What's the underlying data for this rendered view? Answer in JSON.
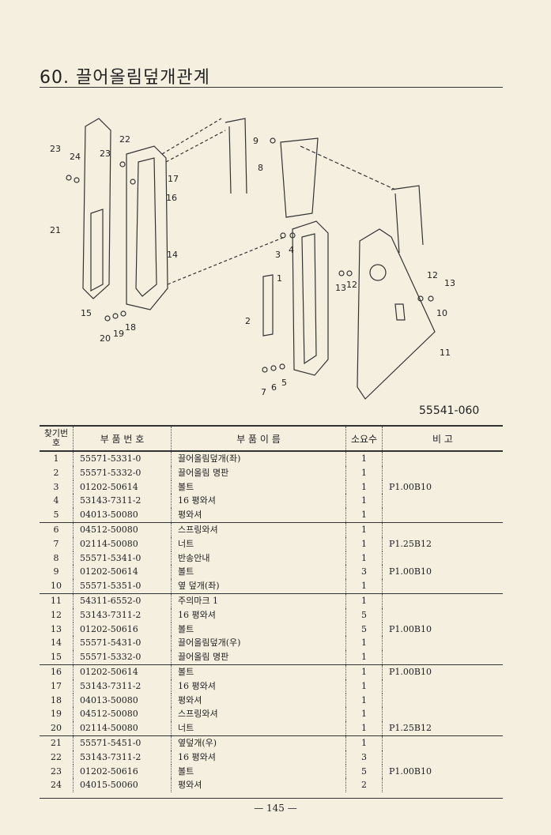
{
  "page": {
    "title": "60. 끌어올림덮개관계",
    "figure_code": "55541-060",
    "page_number": "— 145 —"
  },
  "diagram": {
    "callouts": [
      "23",
      "24",
      "23",
      "22",
      "17",
      "16",
      "21",
      "14",
      "15",
      "20",
      "19",
      "18",
      "9",
      "8",
      "3",
      "4",
      "1",
      "2",
      "7",
      "6",
      "5",
      "13",
      "12",
      "12",
      "13",
      "10",
      "11"
    ]
  },
  "table": {
    "headers": {
      "no": "찾기번호",
      "part_no": "부 품 번 호",
      "name": "부 품 이 름",
      "qty": "소요수",
      "remarks": "비 고"
    },
    "rows": [
      {
        "no": "1",
        "part_no": "55571-5331-0",
        "name": "끌어올림덮개(좌)",
        "qty": "1",
        "remarks": ""
      },
      {
        "no": "2",
        "part_no": "55571-5332-0",
        "name": "끌어올림 명판",
        "qty": "1",
        "remarks": ""
      },
      {
        "no": "3",
        "part_no": "01202-50614",
        "name": "볼트",
        "qty": "1",
        "remarks": "P1.00B10"
      },
      {
        "no": "4",
        "part_no": "53143-7311-2",
        "name": "16 평와셔",
        "qty": "1",
        "remarks": ""
      },
      {
        "no": "5",
        "part_no": "04013-50080",
        "name": "평와셔",
        "qty": "1",
        "remarks": ""
      },
      {
        "no": "6",
        "part_no": "04512-50080",
        "name": "스프링와셔",
        "qty": "1",
        "remarks": ""
      },
      {
        "no": "7",
        "part_no": "02114-50080",
        "name": "너트",
        "qty": "1",
        "remarks": "P1.25B12"
      },
      {
        "no": "8",
        "part_no": "55571-5341-0",
        "name": "반송안내",
        "qty": "1",
        "remarks": ""
      },
      {
        "no": "9",
        "part_no": "01202-50614",
        "name": "볼트",
        "qty": "3",
        "remarks": "P1.00B10"
      },
      {
        "no": "10",
        "part_no": "55571-5351-0",
        "name": "옆 덮개(좌)",
        "qty": "1",
        "remarks": ""
      },
      {
        "no": "11",
        "part_no": "54311-6552-0",
        "name": "주의마크 1",
        "qty": "1",
        "remarks": ""
      },
      {
        "no": "12",
        "part_no": "53143-7311-2",
        "name": "16 평와셔",
        "qty": "5",
        "remarks": ""
      },
      {
        "no": "13",
        "part_no": "01202-50616",
        "name": "볼트",
        "qty": "5",
        "remarks": "P1.00B10"
      },
      {
        "no": "14",
        "part_no": "55571-5431-0",
        "name": "끌어올림덮개(우)",
        "qty": "1",
        "remarks": ""
      },
      {
        "no": "15",
        "part_no": "55571-5332-0",
        "name": "끌어올림 명판",
        "qty": "1",
        "remarks": ""
      },
      {
        "no": "16",
        "part_no": "01202-50614",
        "name": "볼트",
        "qty": "1",
        "remarks": "P1.00B10"
      },
      {
        "no": "17",
        "part_no": "53143-7311-2",
        "name": "16 평와셔",
        "qty": "1",
        "remarks": ""
      },
      {
        "no": "18",
        "part_no": "04013-50080",
        "name": "평와셔",
        "qty": "1",
        "remarks": ""
      },
      {
        "no": "19",
        "part_no": "04512-50080",
        "name": "스프링와셔",
        "qty": "1",
        "remarks": ""
      },
      {
        "no": "20",
        "part_no": "02114-50080",
        "name": "너트",
        "qty": "1",
        "remarks": "P1.25B12"
      },
      {
        "no": "21",
        "part_no": "55571-5451-0",
        "name": "옆덮개(우)",
        "qty": "1",
        "remarks": ""
      },
      {
        "no": "22",
        "part_no": "53143-7311-2",
        "name": "16 평와셔",
        "qty": "3",
        "remarks": ""
      },
      {
        "no": "23",
        "part_no": "01202-50616",
        "name": "볼트",
        "qty": "5",
        "remarks": "P1.00B10"
      },
      {
        "no": "24",
        "part_no": "04015-50060",
        "name": "평와셔",
        "qty": "2",
        "remarks": ""
      }
    ]
  }
}
